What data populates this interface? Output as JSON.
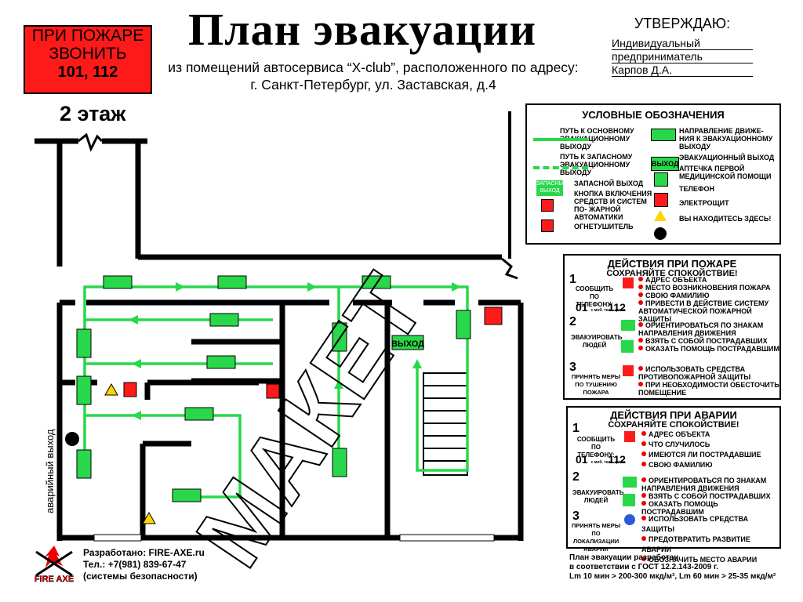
{
  "header": {
    "fire_call_line1": "ПРИ ПОЖАРЕ",
    "fire_call_line2": "ЗВОНИТЬ",
    "fire_call_line3": "101, 112",
    "title": "План эвакуации",
    "subtitle_line1": "из помещений автосервиса “X-club”, расположенного по адресу:",
    "subtitle_line2": "г. Санкт-Петербург, ул. Заставская, д.4",
    "approve_title": "УТВЕРЖДАЮ:",
    "approve_line1": "Индивидуальный",
    "approve_line2": "предприниматель",
    "approve_line3": "Карпов Д.А.",
    "floor_label": "2 этаж"
  },
  "plan": {
    "emergency_exit_label": "аварийный выход",
    "exit_sign": "ВЫХОД",
    "watermark": "МАКЕТ",
    "colors": {
      "green": "#28d84a",
      "red": "#ff1a1a",
      "black": "#000000"
    }
  },
  "legend": {
    "title": "УСЛОВНЫЕ ОБОЗНАЧЕНИЯ",
    "main_path": "ПУТЬ К ОСНОВНОМУ ЭВАКУАЦИОННОМУ ВЫХОДУ",
    "reserve_path": "ПУТЬ К ЗАПАСНОМУ ЭВАКУАЦИОННОМУ ВЫХОДУ",
    "reserve_exit_sign": "ЗАПАСНЫЙ ВЫХОД",
    "reserve_exit": "ЗАПАСНОЙ ВЫХОД",
    "button": "КНОПКА ВКЛЮЧЕНИЯ СРЕДСТВ И СИСТЕМ ПО- ЖАРНОЙ АВТОМАТИКИ",
    "extinguisher": "ОГНЕТУШИТЕЛЬ",
    "direction": "НАПРАВЛЕНИЕ ДВИЖЕ- НИЯ К ЭВАКУАЦИОННОМУ ВЫХОДУ",
    "exit_sign": "ВЫХОД",
    "exit": "ЭВАКУАЦИОННЫЙ ВЫХОД",
    "first_aid": "АПТЕЧКА ПЕРВОЙ МЕДИЦИНСКОЙ ПОМОЩИ",
    "phone": "ТЕЛЕФОН",
    "electro": "ЭЛЕКТРОЩИТ",
    "you_are_here": "ВЫ НАХОДИТЕСЬ ЗДЕСЬ!"
  },
  "fire_actions": {
    "title1": "ДЕЙСТВИЯ ПРИ ПОЖАРЕ",
    "title2": "СОХРАНЯЙТЕ СПОКОЙСТВИЕ!",
    "s1_num": "1",
    "s1_label": "СООБЩИТЬ ПО ТЕЛЕФОНУ:",
    "s1_phone_pre": "01",
    "s1_phone_mid": "с моб. теле- фона",
    "s1_phone_post": "112",
    "s1_items": [
      "АДРЕС ОБЪЕКТА",
      "МЕСТО ВОЗНИКНОВЕНИЯ ПОЖАРА",
      "СВОЮ ФАМИЛИЮ",
      "ПРИВЕСТИ В ДЕЙСТВИЕ СИСТЕМУ АВТОМАТИЧЕСКОЙ ПОЖАРНОЙ ЗАЩИТЫ"
    ],
    "s2_num": "2",
    "s2_label": "ЭВАКУИРОВАТЬ ЛЮДЕЙ",
    "s2_items": [
      "ОРИЕНТИРОВАТЬСЯ ПО ЗНАКАМ НАПРАВЛЕНИЯ ДВИЖЕНИЯ",
      "ВЗЯТЬ С СОБОЙ ПОСТРАДАВШИХ",
      "ОКАЗАТЬ ПОМОЩЬ ПОСТРАДАВШИМ"
    ],
    "s3_num": "3",
    "s3_label": "ПРИНЯТЬ МЕРЫ ПО ТУШЕНИЮ ПОЖАРА",
    "s3_items": [
      "ИСПОЛЬЗОВАТЬ СРЕДСТВА ПРОТИВОПОЖАРНОЙ ЗАЩИТЫ",
      "ПРИ НЕОБХОДИМОСТИ ОБЕСТОЧИТЬ ПОМЕЩЕНИЕ"
    ]
  },
  "accident_actions": {
    "title1": "ДЕЙСТВИЯ ПРИ АВАРИИ",
    "title2": "СОХРАНЯЙТЕ СПОКОЙСТВИЕ!",
    "s1_num": "1",
    "s1_label": "СООБЩИТЬ ПО ТЕЛЕФОНУ:",
    "s1_phone_pre": "01",
    "s1_phone_mid": "с моб. теле- фона",
    "s1_phone_post": "112",
    "s1_items": [
      "АДРЕС ОБЪЕКТА",
      "ЧТО СЛУЧИЛОСЬ",
      "ИМЕЮТСЯ ЛИ ПОСТРАДАВШИЕ",
      "СВОЮ ФАМИЛИЮ"
    ],
    "s2_num": "2",
    "s2_label": "ЭВАКУИРОВАТЬ ЛЮДЕЙ",
    "s2_items": [
      "ОРИЕНТИРОВАТЬСЯ ПО ЗНАКАМ НАПРАВЛЕНИЯ ДВИЖЕНИЯ",
      "ВЗЯТЬ С СОБОЙ ПОСТРАДАВШИХ",
      "ОКАЗАТЬ ПОМОЩЬ ПОСТРАДАВШИМ"
    ],
    "s3_num": "3",
    "s3_label": "ПРИНЯТЬ МЕРЫ ПО ЛОКАЛИЗАЦИИ АВАРИИ",
    "s3_items": [
      "ИСПОЛЬЗОВАТЬ СРЕДСТВА ЗАЩИТЫ",
      "ПРЕДОТВРАТИТЬ РАЗВИТИЕ АВАРИИ",
      "ОБОЗНАЧИТЬ МЕСТО АВАРИИ"
    ]
  },
  "footer": {
    "logo_text": "FIRE AXE",
    "developed": "Разработано: FIRE-AXE.ru",
    "phone": "Тел.: +7(981) 839-67-47",
    "systems": "(системы безопасности)",
    "gost_line1": "План эвакуации разработан",
    "gost_line2": "в соответствии с ГОСТ 12.2.143-2009 г.",
    "gost_line3": "Lm 10 мин > 200-300 мкд/м², Lm 60 мин > 25-35 мкд/м²"
  }
}
